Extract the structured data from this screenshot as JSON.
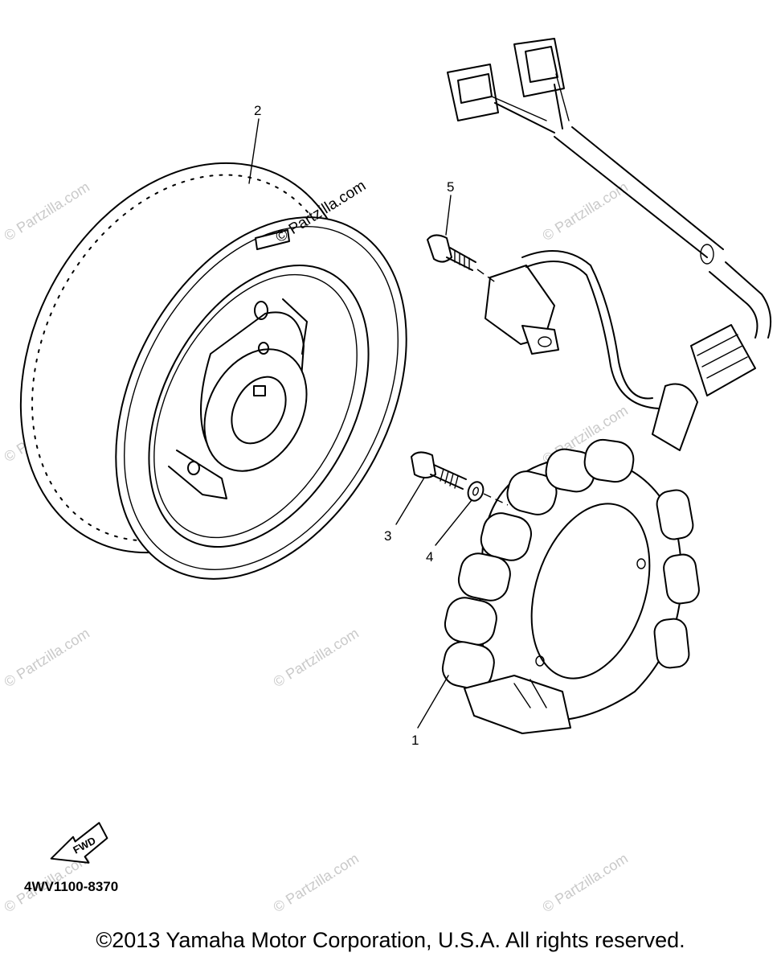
{
  "callouts": {
    "c1": "1",
    "c2": "2",
    "c3": "3",
    "c4": "4",
    "c5": "5"
  },
  "fwd_label": "FWD",
  "watermark": "© Partzilla.com",
  "diagram_code": "4WV1100-8370",
  "copyright": "©2013 Yamaha Motor Corporation, U.S.A. All rights reserved."
}
